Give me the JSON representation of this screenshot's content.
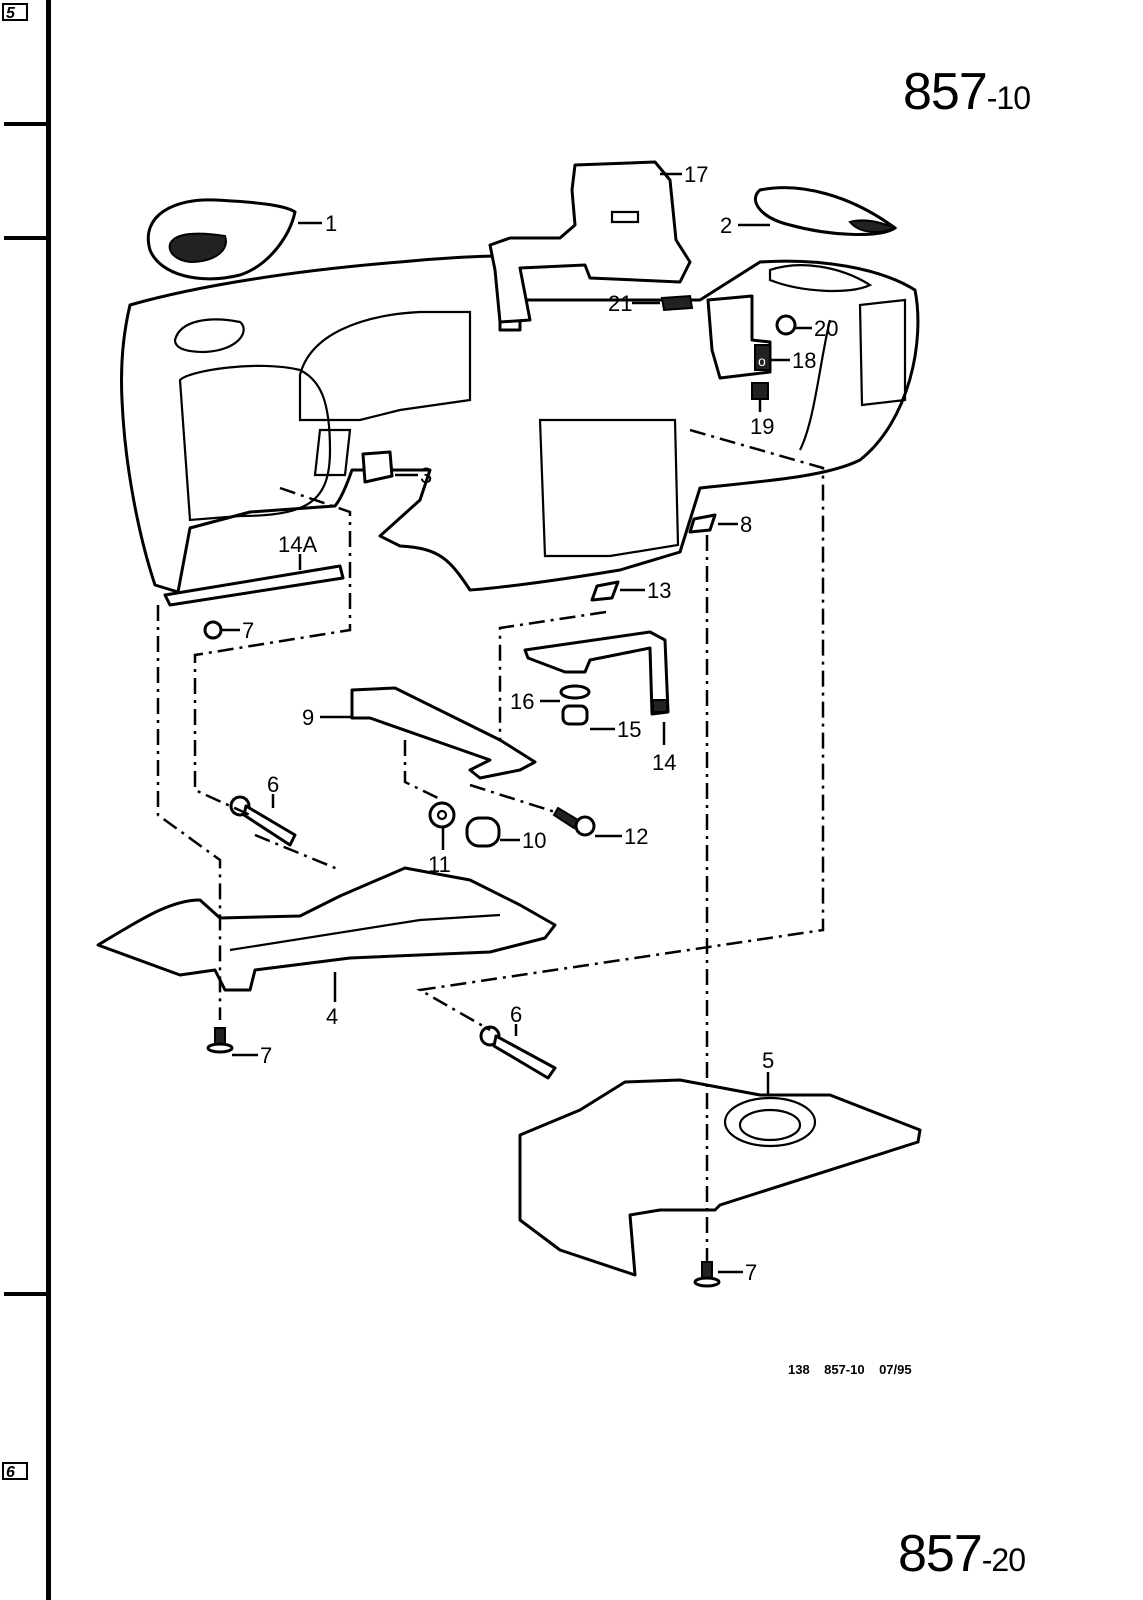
{
  "page": {
    "header_number": "857",
    "header_suffix": "-10",
    "next_section_number": "857",
    "next_section_suffix": "-20",
    "footer": "138    857-10    07/95"
  },
  "margin_tabs": [
    "5",
    "6"
  ],
  "diagram": {
    "title": "Dashboard / instrument panel exploded parts view",
    "callouts": [
      {
        "id": "1",
        "label": "1"
      },
      {
        "id": "2",
        "label": "2"
      },
      {
        "id": "3",
        "label": "3"
      },
      {
        "id": "4",
        "label": "4"
      },
      {
        "id": "5",
        "label": "5"
      },
      {
        "id": "6a",
        "label": "6"
      },
      {
        "id": "6b",
        "label": "6"
      },
      {
        "id": "7a",
        "label": "7"
      },
      {
        "id": "7b",
        "label": "7"
      },
      {
        "id": "7c",
        "label": "7"
      },
      {
        "id": "8",
        "label": "8"
      },
      {
        "id": "9",
        "label": "9"
      },
      {
        "id": "10",
        "label": "10"
      },
      {
        "id": "11",
        "label": "11"
      },
      {
        "id": "12",
        "label": "12"
      },
      {
        "id": "13",
        "label": "13"
      },
      {
        "id": "14",
        "label": "14"
      },
      {
        "id": "14A",
        "label": "14A"
      },
      {
        "id": "15",
        "label": "15"
      },
      {
        "id": "16",
        "label": "16"
      },
      {
        "id": "17",
        "label": "17"
      },
      {
        "id": "18",
        "label": "18"
      },
      {
        "id": "19",
        "label": "19"
      },
      {
        "id": "20",
        "label": "20"
      },
      {
        "id": "21",
        "label": "21"
      }
    ]
  }
}
